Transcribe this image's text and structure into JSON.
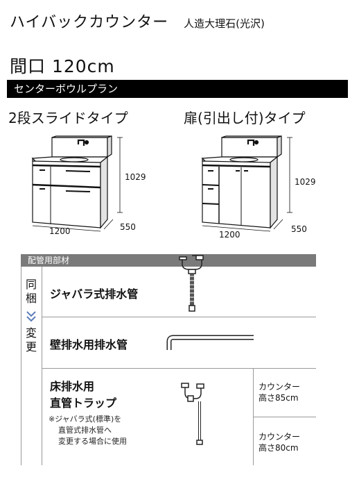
{
  "header": {
    "title": "ハイバックカウンター",
    "subtitle": "人造大理石(光沢)",
    "width_label": "間口 120cm"
  },
  "plan_bar": "センターボウルプラン",
  "types": [
    {
      "name": "2段スライドタイプ",
      "height": "1029",
      "width": "1200",
      "depth": "550"
    },
    {
      "name": "扉(引出し付)タイプ",
      "height": "1029",
      "width": "1200",
      "depth": "550"
    }
  ],
  "piping": {
    "header": "配管用部材",
    "side_top": [
      "同",
      "梱"
    ],
    "side_mid_icon": "double-chevron-down-icon",
    "side_bottom": [
      "変",
      "更"
    ],
    "rows": [
      {
        "label": "ジャバラ式排水管"
      },
      {
        "label": "壁排水用排水管"
      },
      {
        "label_lines": [
          "床排水用",
          "直管トラップ"
        ],
        "note_lines": [
          "※ジャバラ式(標準)を",
          "直管式排水管へ",
          "変更する場合に使用"
        ]
      }
    ],
    "heights": [
      {
        "lines": [
          "カウンター",
          "高さ85cm"
        ]
      },
      {
        "lines": [
          "カウンター",
          "高さ80cm"
        ]
      }
    ]
  },
  "colors": {
    "bar": "#000000",
    "pipe_header": "#7a7a7a",
    "chevron": "#5b7db8"
  }
}
